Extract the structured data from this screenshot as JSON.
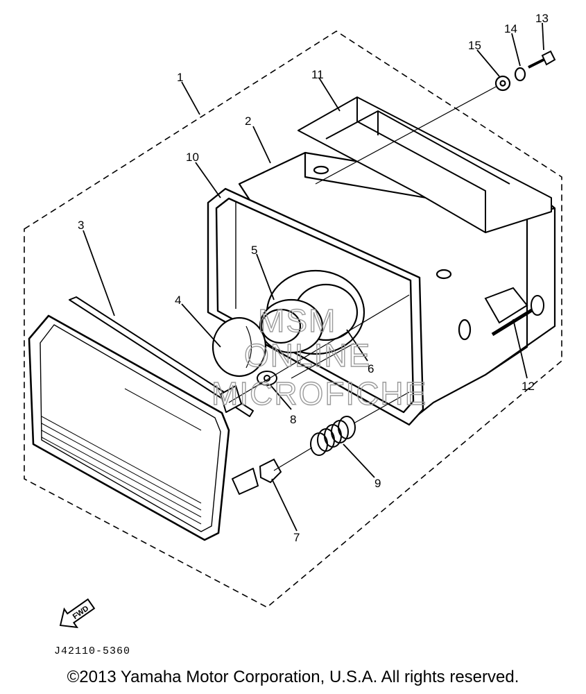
{
  "callouts": {
    "c1": "1",
    "c2": "2",
    "c3": "3",
    "c4": "4",
    "c5": "5",
    "c6": "6",
    "c7": "7",
    "c8": "8",
    "c9": "9",
    "c10": "10",
    "c11": "11",
    "c12": "12",
    "c13": "13",
    "c14": "14",
    "c15": "15"
  },
  "fwd_label": "FWD",
  "watermark": {
    "line1": "MSM",
    "line2": "ONLINE",
    "line3": "MICROFICHE"
  },
  "part_code": "J42110-5360",
  "copyright": "©2013 Yamaha Motor Corporation, U.S.A. All rights reserved."
}
